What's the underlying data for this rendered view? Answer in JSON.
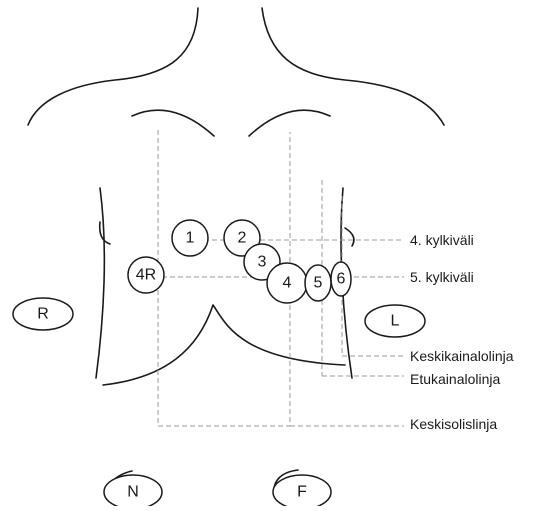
{
  "electrodes": {
    "v1": "1",
    "v2": "2",
    "v3": "3",
    "v4": "4",
    "v5": "5",
    "v6": "6",
    "v4r": "4R"
  },
  "limb_leads": {
    "right_arm": "R",
    "left_arm": "L",
    "right_leg": "N",
    "left_leg": "F"
  },
  "landmarks": {
    "fourth_intercostal": "4. kylkiväli",
    "fifth_intercostal": "5. kylkiväli",
    "mid_axillary": "Keskikainalolinja",
    "anterior_axillary": "Etukainalolinja",
    "mid_clavicular": "Keskisolislinja"
  }
}
